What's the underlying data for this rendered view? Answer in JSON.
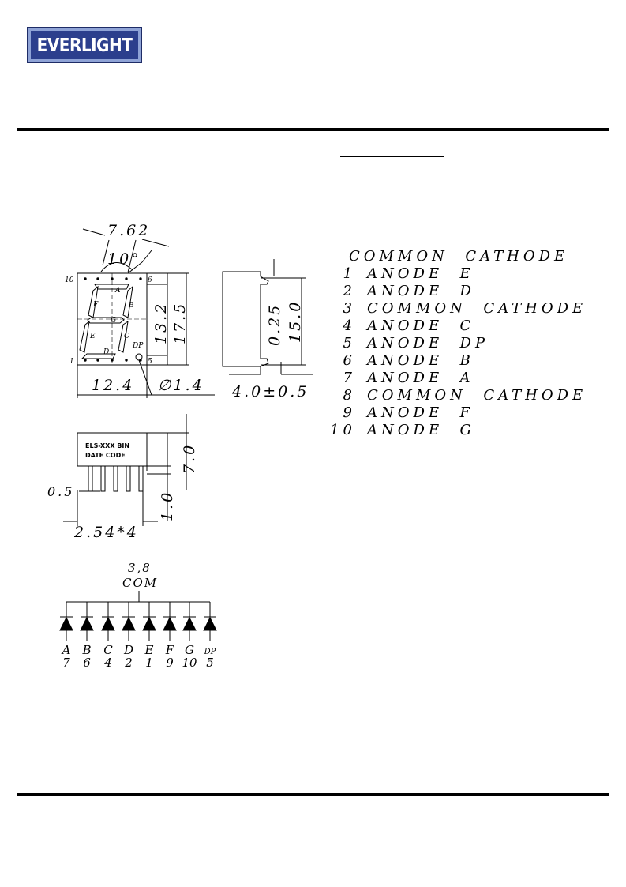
{
  "header": {
    "logo_text": "EVERLIGHT",
    "brand_color": "#2c3f8d"
  },
  "front_view": {
    "dim_top": "7.62",
    "dim_angle": "10°",
    "dim_height_inner": "13.2",
    "dim_height_outer": "17.5",
    "dim_width": "12.4",
    "dim_hole": "∅1.4",
    "pin_label_10": "10",
    "pin_label_6": "6",
    "pin_label_1": "1",
    "pin_label_5": "5",
    "seg_a": "A",
    "seg_b": "B",
    "seg_c": "C",
    "seg_d": "D",
    "seg_e": "E",
    "seg_f": "F",
    "seg_g": "G",
    "seg_dp": "DP"
  },
  "side_view": {
    "dim_a": "0.25",
    "dim_b": "15.0",
    "dim_c": "4.0±0.5"
  },
  "bottom_view": {
    "marking_line1": "ELS-XXX BIN",
    "marking_line2": "DATE  CODE",
    "dim_pin_w": "0.5",
    "dim_height": "7.0",
    "dim_pin_len": "1.0",
    "dim_pitch": "2.54*4"
  },
  "circuit": {
    "common_pins": "3,8",
    "common_label": "COM",
    "segments": [
      {
        "seg": "A",
        "pin": "7"
      },
      {
        "seg": "B",
        "pin": "6"
      },
      {
        "seg": "C",
        "pin": "4"
      },
      {
        "seg": "D",
        "pin": "2"
      },
      {
        "seg": "E",
        "pin": "1"
      },
      {
        "seg": "F",
        "pin": "9"
      },
      {
        "seg": "G",
        "pin": "10"
      },
      {
        "seg": "DP",
        "pin": "5"
      }
    ]
  },
  "pinout": {
    "header": "COMMON  CATHODE",
    "rows": [
      {
        "num": "1",
        "desc": "ANODE  E"
      },
      {
        "num": "2",
        "desc": "ANODE  D"
      },
      {
        "num": "3",
        "desc": "COMMON  CATHODE"
      },
      {
        "num": "4",
        "desc": "ANODE  C"
      },
      {
        "num": "5",
        "desc": "ANODE  DP"
      },
      {
        "num": "6",
        "desc": "ANODE  B"
      },
      {
        "num": "7",
        "desc": "ANODE  A"
      },
      {
        "num": "8",
        "desc": "COMMON  CATHODE"
      },
      {
        "num": "9",
        "desc": "ANODE  F"
      },
      {
        "num": "10",
        "desc": "ANODE  G"
      }
    ]
  }
}
